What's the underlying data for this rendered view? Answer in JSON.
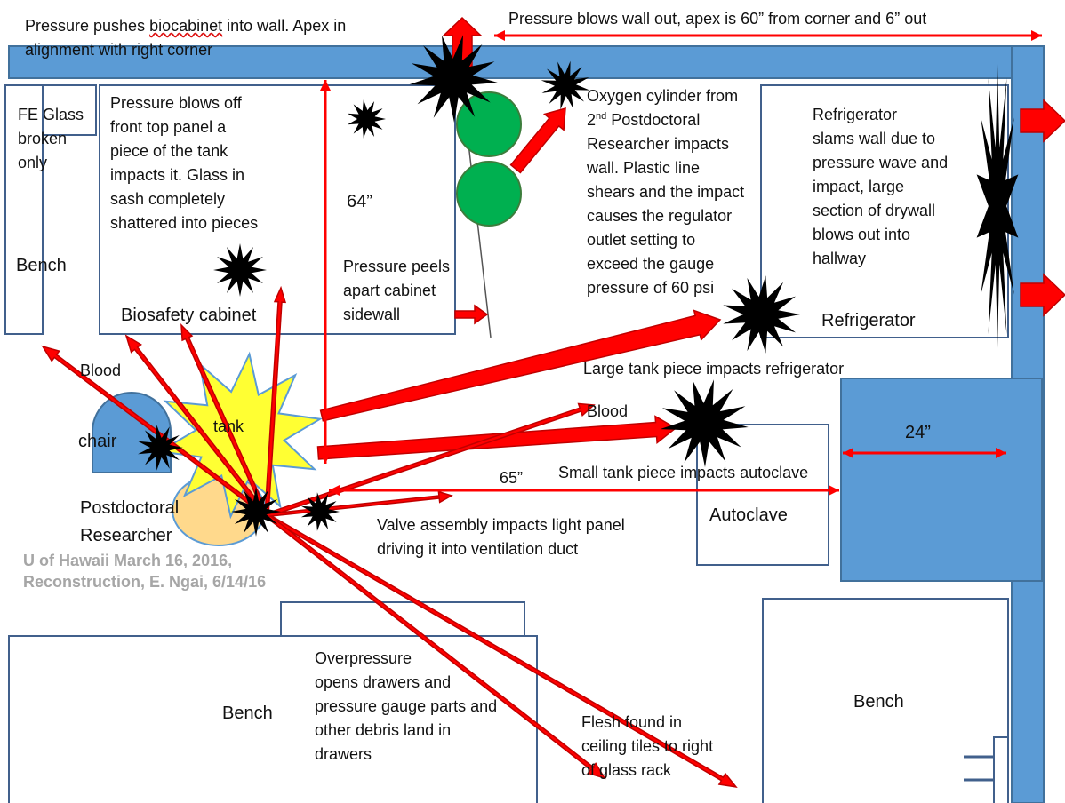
{
  "colors": {
    "wall": "#5b9bd5",
    "wall_stroke": "#41719c",
    "arrow": "#ff0000",
    "arrow_stroke": "#c00000",
    "burst": "#000000",
    "tank_burst": "#ffff33",
    "cylinder": "#00b050",
    "researcher": "#ffd98c",
    "box_stroke": "#41608c",
    "watermark": "#a6a6a6"
  },
  "labels": {
    "biocab_pressure_1_pre": "Pressure pushes ",
    "biocab_pressure_1_word": "biocabinet",
    "biocab_pressure_1_post": " into wall. Apex in",
    "biocab_pressure_2": "alignment with right corner",
    "wall_blowout": "Pressure blows wall out, apex is 60” from corner and 6” out",
    "fe_glass_1": "FE Glass",
    "fe_glass_2": "broken",
    "fe_glass_3": "only",
    "bench_left": "Bench",
    "front_panel": [
      "Pressure blows off",
      "front top panel a",
      "piece of the tank",
      "impacts it. Glass in",
      "sash completely",
      "shattered into pieces"
    ],
    "biosafety_cabinet": "Biosafety cabinet",
    "dim_64": "64”",
    "sidewall": [
      "Pressure peels",
      "apart cabinet",
      "sidewall"
    ],
    "oxygen_1": "Oxygen cylinder from",
    "oxygen_2_num": "2",
    "oxygen_2_sup": "nd",
    "oxygen_2_rest": " Postdoctoral",
    "oxygen_rest": [
      "Researcher impacts",
      "wall. Plastic line",
      "shears and the impact",
      "causes the regulator",
      "outlet setting to",
      "exceed the gauge",
      "pressure of 60 psi"
    ],
    "refrigerator_note": [
      "Refrigerator",
      "slams wall due to",
      "pressure wave and",
      "impact,  large",
      "section of drywall",
      "blows out into",
      "hallway"
    ],
    "refrigerator": "Refrigerator",
    "large_tank_piece": "Large tank piece impacts refrigerator",
    "blood_1": "Blood",
    "blood_2": "Blood",
    "chair": "chair",
    "tank": "tank",
    "dim_24": "24”",
    "dim_65": "65”",
    "small_tank_piece": "Small tank piece impacts autoclave",
    "postdoc_1": "Postdoctoral",
    "postdoc_2": "Researcher",
    "valve": [
      "Valve assembly impacts light panel",
      "driving it into ventilation duct"
    ],
    "autoclave": "Autoclave",
    "watermark_1": "U of Hawaii March 16, 2016,",
    "watermark_2": "Reconstruction, E. Ngai, 6/14/16",
    "overpressure": [
      "Overpressure",
      "opens drawers and",
      "pressure gauge parts and",
      "other debris land in",
      "drawers"
    ],
    "bench_bottom": "Bench",
    "flesh": [
      "Flesh found in",
      "ceiling tiles to right",
      "of glass rack"
    ],
    "bench_right": "Bench"
  }
}
